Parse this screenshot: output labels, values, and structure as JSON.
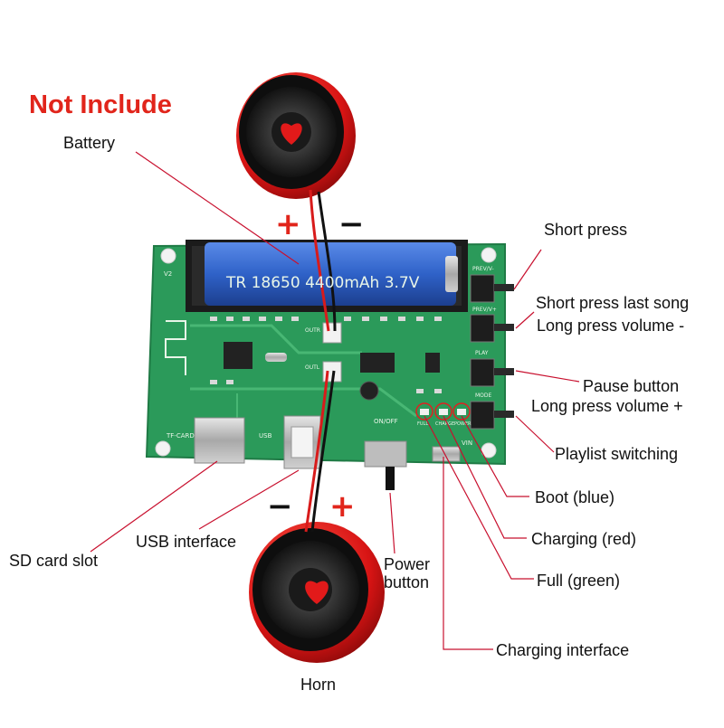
{
  "warning": {
    "text": "Not Include",
    "color": "#e1251b"
  },
  "signs": {
    "top_plus": "+",
    "top_minus": "−",
    "bottom_minus": "−",
    "bottom_plus": "+"
  },
  "labels": {
    "battery": "Battery",
    "short_press": "Short press",
    "short_press_last_song": "Short press last song",
    "long_press_volume_minus": "Long press volume -",
    "pause_button": "Pause button",
    "long_press_volume_plus": "Long press volume +",
    "playlist_switching": "Playlist switching",
    "boot": "Boot (blue)",
    "charging_red": "Charging (red)",
    "full_green": "Full (green)",
    "charging_interface": "Charging interface",
    "power_button": "Power button",
    "usb_interface": "USB interface",
    "sd_card_slot": "SD card slot",
    "horn": "Horn"
  },
  "board": {
    "battery_print": "TR 18650 4400mAh 3.7V",
    "version": "V2",
    "tf_card": "TF-CARD",
    "usb": "USB",
    "on_off": "ON/OFF",
    "vin": "VIN",
    "out_r": "OUTR",
    "out_l": "OUTL",
    "buttons": [
      "PREV/V-",
      "PREV/V+",
      "PLAY",
      "MODE"
    ],
    "leds": [
      "FULL",
      "CHARGE",
      "POWER"
    ]
  },
  "colors": {
    "pcb": "#2b9a5a",
    "battery": "#2f62c8",
    "speaker_rim": "#e02020",
    "leader_line": "#c8102e"
  }
}
